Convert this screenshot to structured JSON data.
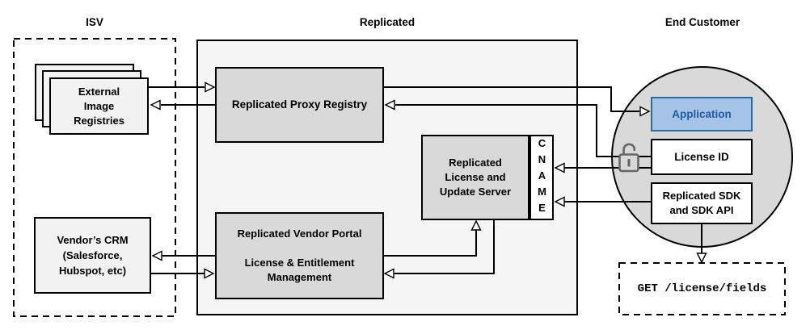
{
  "diagram": {
    "sections": {
      "isv": {
        "title": "ISV"
      },
      "replicated": {
        "title": "Replicated"
      },
      "end_customer": {
        "title": "End Customer"
      }
    },
    "nodes": {
      "external_image_registries": {
        "label": "External\nImage\nRegistries"
      },
      "vendors_crm": {
        "label": "Vendor’s CRM\n(Salesforce,\nHubspot, etc)"
      },
      "proxy_registry": {
        "label": "Replicated Proxy Registry"
      },
      "license_update_server": {
        "label": "Replicated\nLicense and\nUpdate Server"
      },
      "cname": {
        "label": "CNAME"
      },
      "vendor_portal": {
        "label": "Replicated Vendor Portal\n\nLicense & Entitlement\nManagement"
      },
      "application": {
        "label": "Application"
      },
      "license_id": {
        "label": "License ID"
      },
      "replicated_sdk": {
        "label": "Replicated SDK\nand SDK API"
      },
      "get_license_fields": {
        "label": "GET /license/fields"
      }
    },
    "icons": {
      "unlock": "unlocked-padlock-icon"
    },
    "colors": {
      "application_fill": "#a6c4e8",
      "application_border": "#2c6aa0",
      "application_text": "#1d5c9e",
      "node_gray_fill": "#d9d9d9",
      "light_fill": "#f2f2f2",
      "container_fill": "#f5f5f5",
      "circle_fill": "#d9d9d9",
      "line_color": "#000000",
      "lock_color": "#666666"
    }
  }
}
